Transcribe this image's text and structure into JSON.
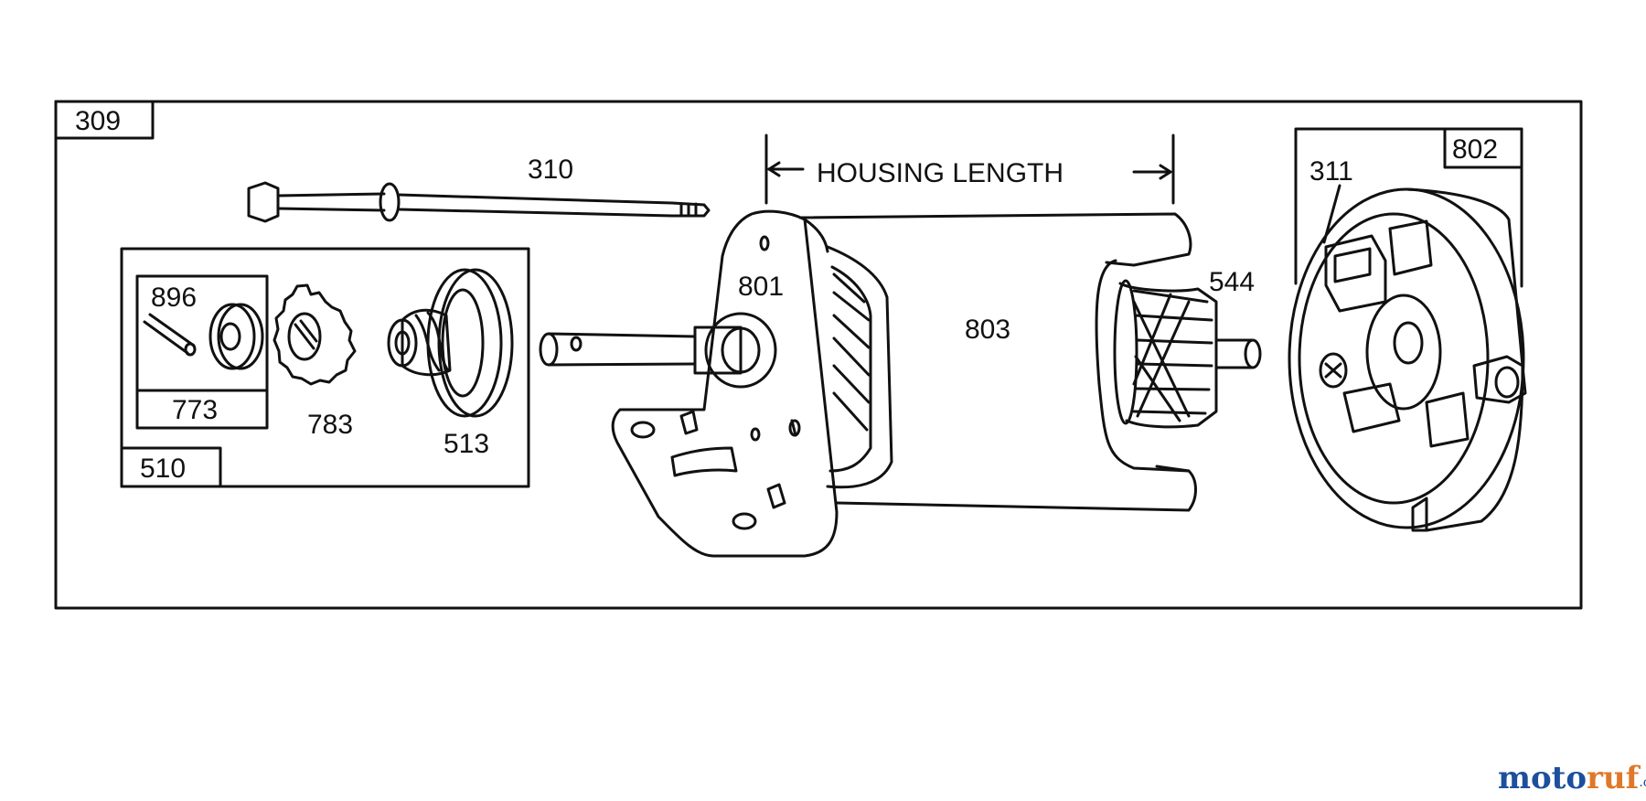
{
  "labels": {
    "assembly": "309",
    "thru_bolt": "310",
    "housing_length": "HOUSING LENGTH",
    "brush_holder_end": "802",
    "brush": "311",
    "drive_end_cap": "801",
    "armature": "544",
    "housing": "803",
    "drive_assembly": "510",
    "roll_pin": "896",
    "retainer": "773",
    "pinion_gear": "783",
    "helix": "513"
  },
  "watermark": {
    "brand": "motoruf",
    "suffix": ".de"
  }
}
